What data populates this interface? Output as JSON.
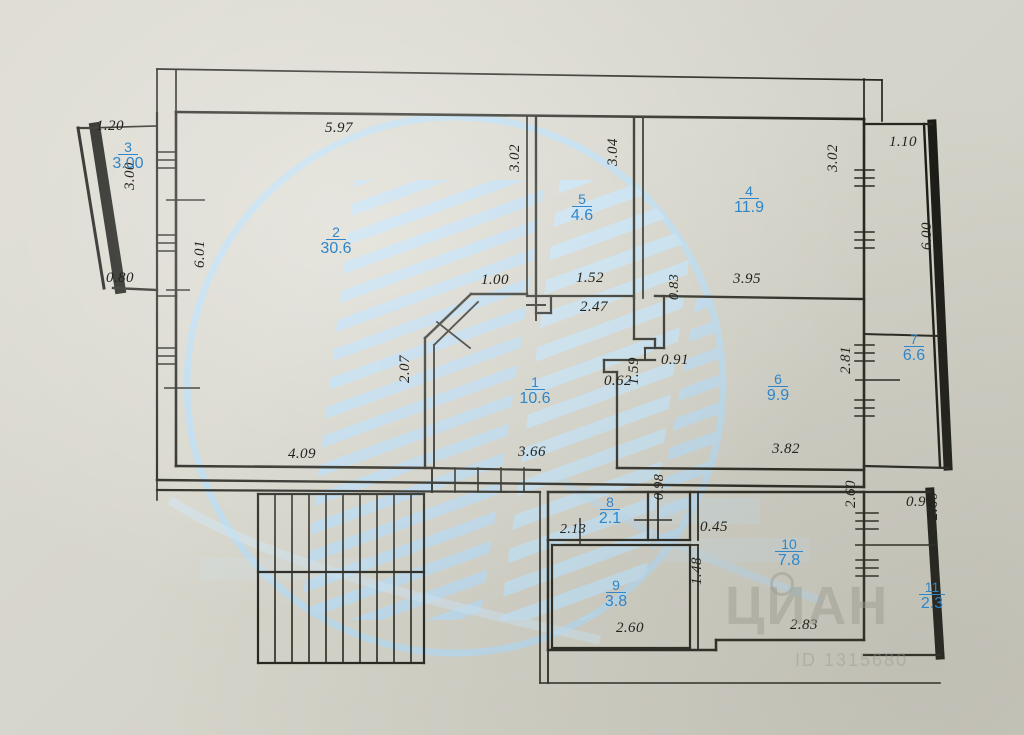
{
  "document": {
    "kind": "apartment-floor-plan",
    "watermark": {
      "brand": "ЦИАН",
      "sub": "ID 1315680"
    }
  },
  "rooms": [
    {
      "id": "1",
      "number": "1",
      "area": "10.6"
    },
    {
      "id": "2",
      "number": "2",
      "area": "30.6"
    },
    {
      "id": "3",
      "number": "3",
      "area": "3.00"
    },
    {
      "id": "4",
      "number": "4",
      "area": "11.9"
    },
    {
      "id": "5",
      "number": "5",
      "area": "4.6"
    },
    {
      "id": "6",
      "number": "6",
      "area": "9.9"
    },
    {
      "id": "7",
      "number": "7",
      "area": "6.6"
    },
    {
      "id": "8",
      "number": "8",
      "area": "2.1"
    },
    {
      "id": "9",
      "number": "9",
      "area": "3.8"
    },
    {
      "id": "10",
      "number": "10",
      "area": "7.8"
    },
    {
      "id": "11",
      "number": "11",
      "area": "2.3"
    }
  ],
  "dimensions": {
    "d_120": "1.20",
    "d_300_left": "3.00",
    "d_080": "0.80",
    "d_601": "6.01",
    "d_597": "5.97",
    "d_302_room2": "3.02",
    "d_100": "1.00",
    "d_304": "3.04",
    "d_152": "1.52",
    "d_247": "2.47",
    "d_302_room4": "3.02",
    "d_395": "3.95",
    "d_110": "1.10",
    "d_600": "6.00",
    "d_083": "0.83",
    "d_091": "0.91",
    "d_062": "0.62",
    "d_159": "1.59",
    "d_281": "2.81",
    "d_382": "3.82",
    "d_207": "2.07",
    "d_409": "4.09",
    "d_366": "3.66",
    "d_213": "2.13",
    "d_098": "0.98",
    "d_045": "0.45",
    "d_260_bottom": "2.60",
    "d_148": "1.48",
    "d_283": "2.83",
    "d_260_right_a": "2.60",
    "d_090": "0.90",
    "d_260_right_b": "2.60"
  },
  "colors": {
    "ink": "#23241f",
    "annotation_blue": "#2f86c9",
    "paper": "#d8d7cd",
    "watermark_blue": "#b6d8ef"
  }
}
